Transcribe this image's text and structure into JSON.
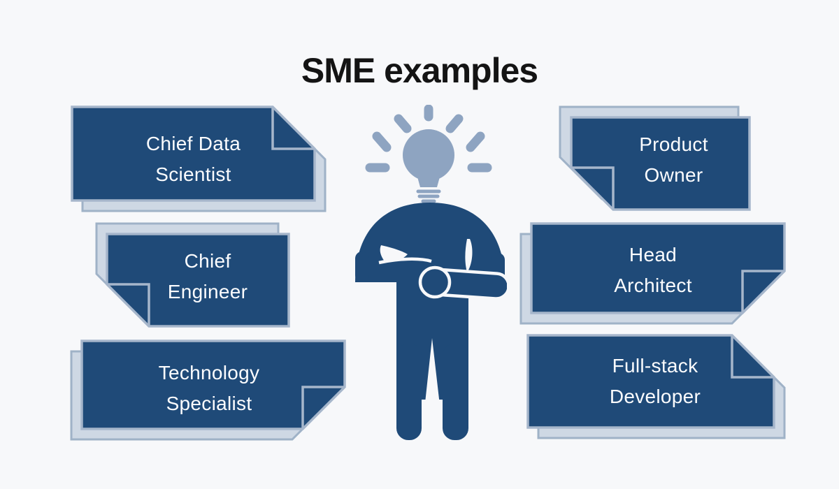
{
  "title": "SME examples",
  "cards": [
    {
      "id": "chief-data-scientist",
      "line1": "Chief Data",
      "line2": "Scientist"
    },
    {
      "id": "chief-engineer",
      "line1": "Chief",
      "line2": "Engineer"
    },
    {
      "id": "technology-specialist",
      "line1": "Technology",
      "line2": "Specialist"
    },
    {
      "id": "product-owner",
      "line1": "Product",
      "line2": "Owner"
    },
    {
      "id": "head-architect",
      "line1": "Head",
      "line2": "Architect"
    },
    {
      "id": "full-stack-developer",
      "line1": "Full-stack",
      "line2": "Developer"
    }
  ],
  "icons": {
    "center_figure": "person-with-lightbulb-idea",
    "bulb": "lightbulb-icon",
    "rays": "idea-rays"
  },
  "colors": {
    "bg": "#F7F8FA",
    "navy": "#1F4A78",
    "card_border": "#A6B6CB",
    "shadow_fill": "#CED8E4",
    "shadow_border": "#9FB2C7",
    "bulb": "#8EA4C1",
    "title": "#141414",
    "text": "#FBFCFE"
  }
}
